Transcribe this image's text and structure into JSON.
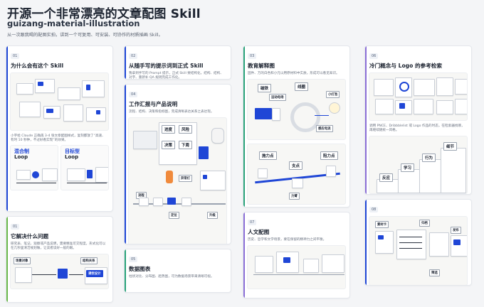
{
  "page": {
    "title": "开源一个非常漂亮的文章配图 Skill",
    "subtitle": "guizang-material-illustration",
    "description": "从一次跟我喝的配图实拍，讲到一个可复用、可安装、可协作的材质插画 Skill。"
  },
  "colors": {
    "accent_blue": "#1f46d6",
    "accent_purple": "#8b6fd6",
    "accent_teal": "#29a37a",
    "accent_green": "#6ab84a",
    "card_bg": "#ffffff",
    "page_bg": "#f4f5f7"
  },
  "cards": {
    "c01": {
      "badge": "01",
      "title": "为什么会有这个 Skill",
      "caption": "小宇给 Claude 正确再 3-4 张文章配图样式，复刻都放了“高速、有时 10 秒钟，不过好看实现”的效果。",
      "mini_left_title_a": "混合制",
      "mini_left_title_b": "Loop",
      "mini_right_title_a": "目标型",
      "mini_right_title_b": "Loop"
    },
    "c02": {
      "badge": "02",
      "title": "从随手写的提示词到正式 Skill",
      "desc": "我拿到手写的 Prompt 提示，正式 Skill 要结构化，结构、结构、对字、重新补 QA 规则完成工作化。"
    },
    "c03": {
      "badge": "03",
      "title": "教育解释图",
      "desc": "固件、万的白色和小元以用原材料中实质，形成可以看见知识。",
      "labels": {
        "magnet": "磁铁",
        "coil": "线圈",
        "current": "运动电场",
        "bulb": "小灯泡",
        "induction": "感应电流",
        "effort": "施力点",
        "fulcrum": "支点",
        "load": "阻力点",
        "force": "力臂"
      }
    },
    "c04": {
      "badge": "04",
      "title": "工作汇报与产品说明",
      "desc": "流程、结构、决策和指标图，完成清晰表达关系之表达现。",
      "labels": {
        "progress": "进度",
        "risk": "风险",
        "decision": "决策",
        "next": "下周",
        "warn": "异常灯",
        "pipeline": "流程",
        "locate": "定位",
        "upgrade": "升级"
      }
    },
    "c05": {
      "badge": "05",
      "title": "数据图表",
      "desc": "柱状对比、分布图、趋势图，可为数据场景带来清晰可视。"
    },
    "c06": {
      "badge": "06",
      "title": "冷门概念与 Logo 的参考检索",
      "desc": "调用 PNCE、Dribbblelist 或 Logo 作品的时态，在检索器找哪，再继续随统一风格。",
      "labels": {
        "detail": "细节",
        "action": "行为",
        "reaction": "反应",
        "learn": "学习"
      }
    },
    "c07": {
      "badge": "07",
      "title": "人文配图",
      "desc": "历史、哲学和文学场景，要在保留的精神力之间平衡。"
    },
    "c08": {
      "badge": "08",
      "labels": {
        "material": "素材卡",
        "archive": "归档",
        "publish": "发布",
        "select": "筛选"
      }
    },
    "c09": {
      "badge": "01",
      "title": "它解决什么问题",
      "desc": "研究表、笔记、观察或产品说明，需要精准可交程度，形式化可以在几秒里清洁规划做，让读者读好一般的眼。",
      "labels": {
        "scene": "场景对象",
        "structure": "结构关系",
        "tune": "调优设计"
      }
    }
  }
}
